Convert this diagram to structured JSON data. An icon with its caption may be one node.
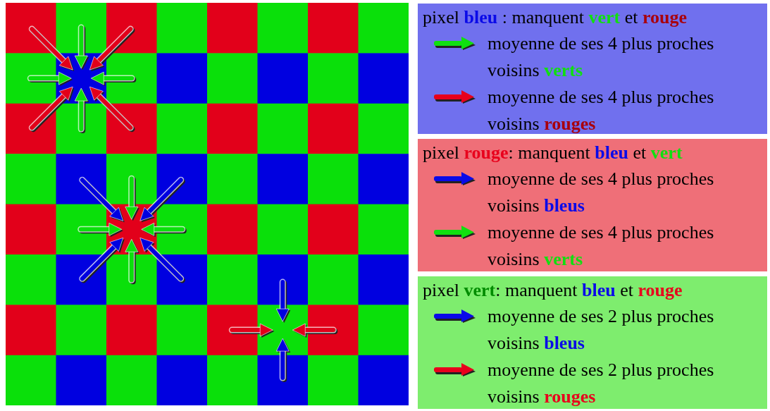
{
  "diagram": {
    "nodes": [
      {
        "text": [
          "pixel **bleu** : manquent **vert** et **rouge**",
          "moyenne de ses 4 plus proches voisins **verts**",
          "moyenne de ses 4 plus proches voisins **rouges**"
        ]
      },
      {
        "text": [
          "pixel **rouge**: manquent **bleu** et **vert**",
          "moyenne de ses 4 plus proches voisins **bleus**",
          "moyenne de ses 4 plus proches voisins **verts**"
        ]
      },
      {
        "text": [
          "pixel **vert**: manquent **bleu** et **rouge**",
          "moyenne de ses 2 plus proches voisins **bleus**",
          "moyenne de ses 2 plus proches voisins **rouges**"
        ]
      }
    ]
  }
}
